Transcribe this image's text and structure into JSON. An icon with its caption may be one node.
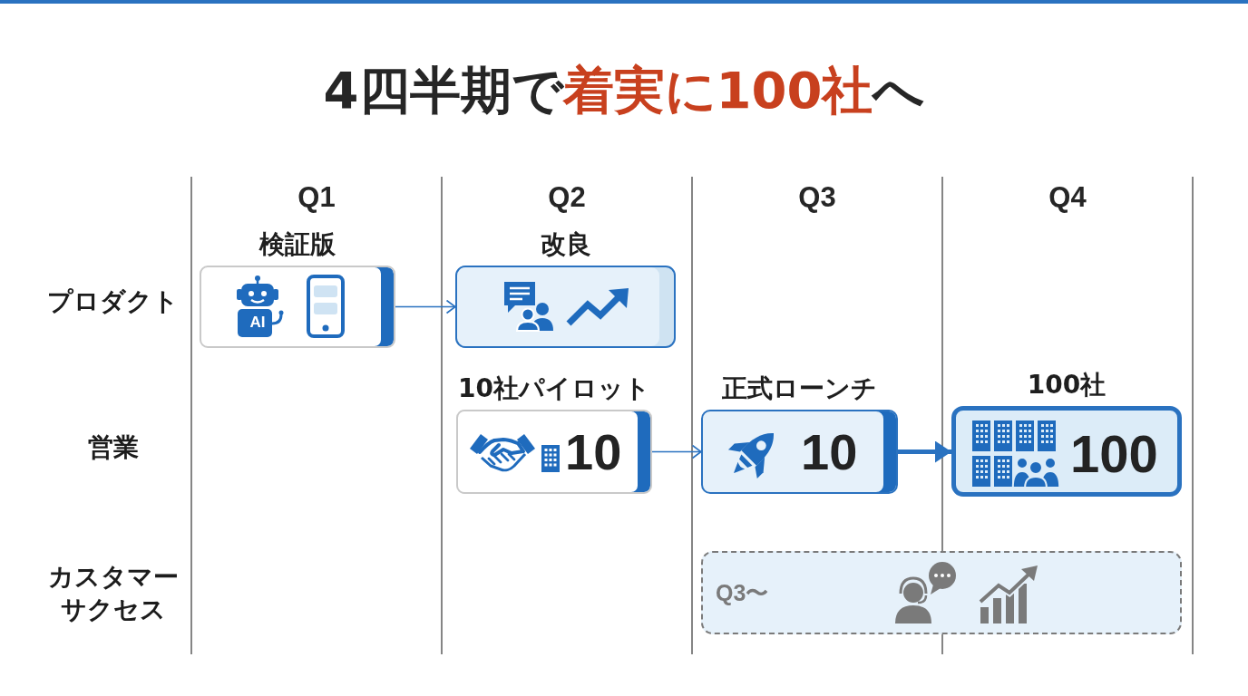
{
  "diagram": {
    "title": "4四半期で**着実に100社**へ",
    "nodes": [
      {
        "text": [
          "検証版",
          "AI"
        ]
      },
      {
        "text": [
          "改良"
        ]
      },
      {
        "text": [
          "10社パイロット",
          "10"
        ]
      },
      {
        "text": [
          "正式ローンチ",
          "10"
        ]
      },
      {
        "text": [
          "100社",
          "100"
        ]
      },
      {
        "text": [
          "Q3〜"
        ]
      }
    ],
    "edges": [
      {
        "from": 0,
        "to": 1,
        "arrow": "to"
      },
      {
        "from": 2,
        "to": 3,
        "arrow": "to"
      },
      {
        "from": 3,
        "to": 4,
        "arrow": "to",
        "style": "thick"
      }
    ],
    "labels": [
      "Q1",
      "Q2",
      "Q3",
      "Q4",
      "プロダクト",
      "営業",
      "カスタマーサクセス"
    ]
  }
}
